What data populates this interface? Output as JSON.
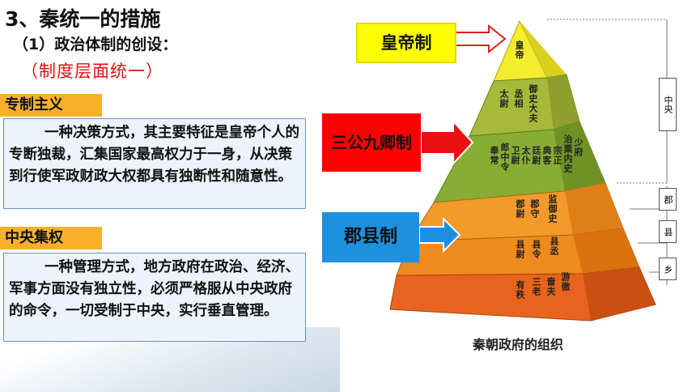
{
  "header": {
    "title": "3、秦统一的措施",
    "subtitle": "（1）政治体制的创设：",
    "note": "（制度层面统一）"
  },
  "sections": [
    {
      "tag": "专制主义",
      "text": "一种决策方式，其主要特征是皇帝个人的专断独裁，汇集国家最高权力于一身，从决策到行使军政财政大权都具有独断性和随意性。"
    },
    {
      "tag": "中央集权",
      "text": "一种管理方式，地方政府在政治、经济、军事方面没有独立性，必须严格服从中央政府的命令，一切受制于中央，实行垂直管理。"
    }
  ],
  "callouts": {
    "emperor": "皇帝制",
    "three_nine": "三公九卿制",
    "commandery": "郡县制"
  },
  "pyramid": {
    "caption": "秦朝政府的组织",
    "tiers": [
      {
        "labels": [
          "皇帝"
        ]
      },
      {
        "labels": [
          "太尉",
          "丞相",
          "御史大夫"
        ]
      },
      {
        "labels": [
          "奉常",
          "郎中令",
          "卫尉",
          "太仆",
          "廷尉",
          "典客",
          "宗正",
          "治粟内史",
          "少府"
        ]
      },
      {
        "labels": [
          "郡尉",
          "郡守",
          "监御史"
        ]
      },
      {
        "labels": [
          "县尉",
          "县令",
          "县丞"
        ]
      },
      {
        "labels": [
          "有秩",
          "三老",
          "啬夫",
          "游徼"
        ]
      }
    ],
    "side_labels": [
      "中央",
      "郡",
      "县",
      "乡"
    ]
  },
  "colors": {
    "tag_bg": "#f7b02b",
    "box_border": "#6b8fc9",
    "emperor_callout": "#ffff00",
    "three_nine_callout": "#ff0000",
    "commandery_callout": "#1e90e0"
  }
}
